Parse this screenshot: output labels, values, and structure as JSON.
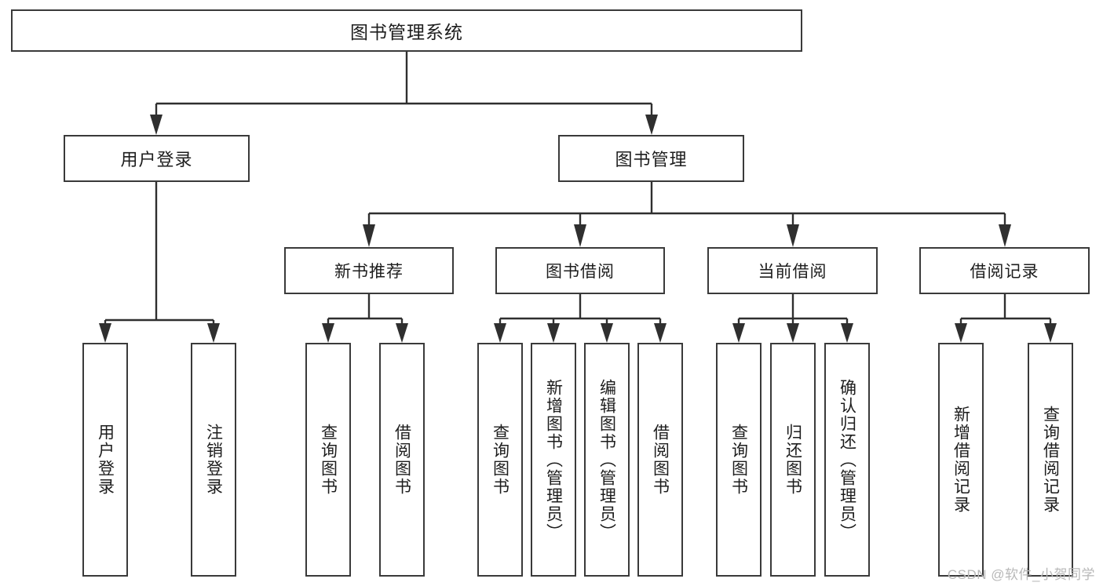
{
  "diagram": {
    "title": "图书管理系统",
    "type": "tree",
    "watermark": "CSDN @软件_小贺同学",
    "colors": {
      "box_border": "#3a3a3a",
      "box_fill": "#ffffff",
      "line": "#2f2f2f",
      "text": "#1d1d1d",
      "watermark": "#b8b8b8",
      "background": "#ffffff"
    },
    "root": {
      "label": "图书管理系统"
    },
    "level1": [
      {
        "label": "用户登录"
      },
      {
        "label": "图书管理"
      }
    ],
    "level2": [
      {
        "label": "新书推荐"
      },
      {
        "label": "图书借阅"
      },
      {
        "label": "当前借阅"
      },
      {
        "label": "借阅记录"
      }
    ],
    "leaves": {
      "user_login": [
        {
          "label": "用户登录"
        },
        {
          "label": "注销登录"
        }
      ],
      "new_book_recommend": [
        {
          "label": "查询图书"
        },
        {
          "label": "借阅图书"
        }
      ],
      "book_borrow": [
        {
          "label": "查询图书"
        },
        {
          "label": "新增图书（管理员）"
        },
        {
          "label": "编辑图书（管理员）"
        },
        {
          "label": "借阅图书"
        }
      ],
      "current_borrow": [
        {
          "label": "查询图书"
        },
        {
          "label": "归还图书"
        },
        {
          "label": "确认归还（管理员）"
        }
      ],
      "borrow_record": [
        {
          "label": "新增借阅记录"
        },
        {
          "label": "查询借阅记录"
        }
      ]
    }
  }
}
